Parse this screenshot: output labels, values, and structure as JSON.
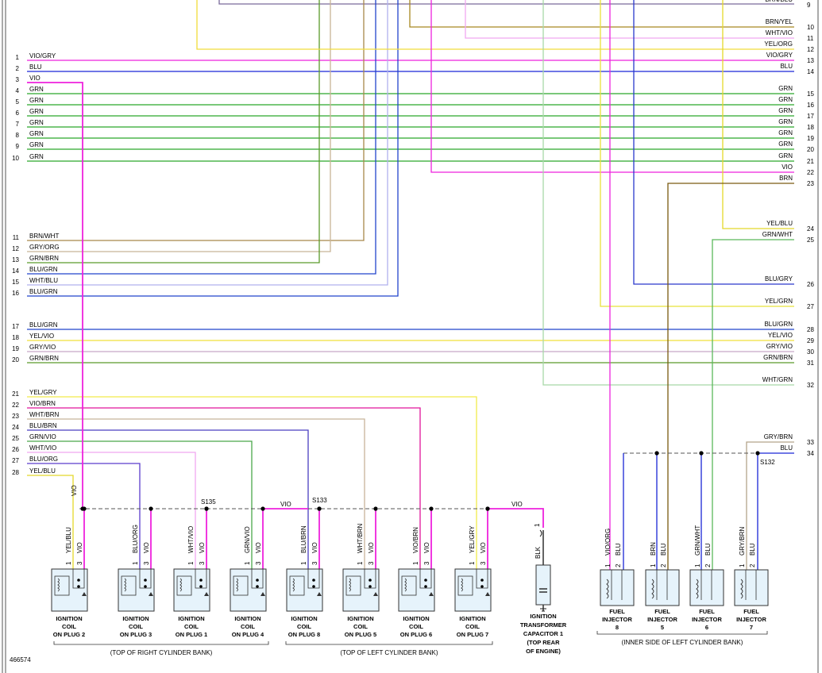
{
  "diagram_id": "466574",
  "colors": {
    "VIO": "#ee22dd",
    "VIO/GRY": "#ee22dd",
    "VIO/BRN": "#e0159c",
    "VIO/ORG": "#ee22dd",
    "BLU": "#1a26d6",
    "BLU/GRN": "#2244cc",
    "BLU/BRN": "#4a3fc0",
    "BLU/ORG": "#5a3ccc",
    "BLU/GRY": "#2a38cc",
    "GRN": "#2aa82a",
    "GRN/BRN": "#5a9a2a",
    "GRN/VIO": "#4aa84a",
    "GRN/WHT": "#5ab85a",
    "BRN": "#7a5a10",
    "BRN/WHT": "#a8884a",
    "BRN/YEL": "#a88820",
    "BRN/BLU": "#7a6a9a",
    "GRY/ORG": "#c8b496",
    "GRY/VIO": "#c6a8c6",
    "GRY/BRN": "#b4a48a",
    "YEL/VIO": "#f0e03a",
    "YEL/GRY": "#f2ea4a",
    "YEL/BLU": "#e4d82a",
    "YEL/ORG": "#f0dc3a",
    "YEL/GRN": "#e8e23a",
    "WHT/BLU": "#b0b0ee",
    "WHT/VIO": "#f0a8f0",
    "WHT/BRN": "#c8b49a",
    "WHT/GRN": "#a8d8a8",
    "BLK": "#222222",
    "GRY": "#8a8a8a"
  },
  "top_partial_row": {
    "label": "BRN/BLU",
    "pin": "9"
  },
  "left_group_a": [
    {
      "pin": "1",
      "label": "VIO/GRY"
    },
    {
      "pin": "2",
      "label": "BLU"
    },
    {
      "pin": "3",
      "label": "VIO"
    },
    {
      "pin": "4",
      "label": "GRN"
    },
    {
      "pin": "5",
      "label": "GRN"
    },
    {
      "pin": "6",
      "label": "GRN"
    },
    {
      "pin": "7",
      "label": "GRN"
    },
    {
      "pin": "8",
      "label": "GRN"
    },
    {
      "pin": "9",
      "label": "GRN"
    },
    {
      "pin": "10",
      "label": "GRN"
    }
  ],
  "left_group_b": [
    {
      "pin": "11",
      "label": "BRN/WHT"
    },
    {
      "pin": "12",
      "label": "GRY/ORG"
    },
    {
      "pin": "13",
      "label": "GRN/BRN"
    },
    {
      "pin": "14",
      "label": "BLU/GRN"
    },
    {
      "pin": "15",
      "label": "WHT/BLU"
    },
    {
      "pin": "16",
      "label": "BLU/GRN"
    }
  ],
  "left_group_c": [
    {
      "pin": "17",
      "label": "BLU/GRN"
    },
    {
      "pin": "18",
      "label": "YEL/VIO"
    },
    {
      "pin": "19",
      "label": "GRY/VIO"
    },
    {
      "pin": "20",
      "label": "GRN/BRN"
    }
  ],
  "left_group_d": [
    {
      "pin": "21",
      "label": "YEL/GRY"
    },
    {
      "pin": "22",
      "label": "VIO/BRN"
    },
    {
      "pin": "23",
      "label": "WHT/BRN"
    },
    {
      "pin": "24",
      "label": "BLU/BRN"
    },
    {
      "pin": "25",
      "label": "GRN/VIO"
    },
    {
      "pin": "26",
      "label": "WHT/VIO"
    },
    {
      "pin": "27",
      "label": "BLU/ORG"
    },
    {
      "pin": "28",
      "label": "YEL/BLU"
    }
  ],
  "right_rows": [
    {
      "pin": "10",
      "label": "BRN/YEL"
    },
    {
      "pin": "11",
      "label": "WHT/VIO"
    },
    {
      "pin": "12",
      "label": "YEL/ORG"
    },
    {
      "pin": "13",
      "label": "VIO/GRY"
    },
    {
      "pin": "14",
      "label": "BLU"
    },
    {
      "pin": "15",
      "label": "GRN"
    },
    {
      "pin": "16",
      "label": "GRN"
    },
    {
      "pin": "17",
      "label": "GRN"
    },
    {
      "pin": "18",
      "label": "GRN"
    },
    {
      "pin": "19",
      "label": "GRN"
    },
    {
      "pin": "20",
      "label": "GRN"
    },
    {
      "pin": "21",
      "label": "GRN"
    },
    {
      "pin": "22",
      "label": "VIO"
    },
    {
      "pin": "23",
      "label": "BRN"
    },
    {
      "pin": "24",
      "label": "YEL/BLU"
    },
    {
      "pin": "25",
      "label": "GRN/WHT"
    },
    {
      "pin": "26",
      "label": "BLU/GRY"
    },
    {
      "pin": "27",
      "label": "YEL/GRN"
    },
    {
      "pin": "28",
      "label": "BLU/GRN"
    },
    {
      "pin": "29",
      "label": "YEL/VIO"
    },
    {
      "pin": "30",
      "label": "GRY/VIO"
    },
    {
      "pin": "31",
      "label": "GRN/BRN"
    },
    {
      "pin": "32",
      "label": "WHT/GRN"
    },
    {
      "pin": "33",
      "label": "GRY/BRN"
    },
    {
      "pin": "34",
      "label": "BLU"
    }
  ],
  "splices": [
    "S135",
    "S133",
    "S132"
  ],
  "bus_labels": [
    "VIO",
    "VIO",
    "VIO"
  ],
  "coils": [
    {
      "wire1": "YEL/BLU",
      "wire3": "VIO",
      "name": [
        "IGNITION",
        "COIL",
        "ON PLUG 2"
      ]
    },
    {
      "wire1": "BLU/ORG",
      "wire3": "VIO",
      "name": [
        "IGNITION",
        "COIL",
        "ON PLUG 3"
      ]
    },
    {
      "wire1": "WHT/VIO",
      "wire3": "VIO",
      "name": [
        "IGNITION",
        "COIL",
        "ON PLUG 1"
      ]
    },
    {
      "wire1": "GRN/VIO",
      "wire3": "VIO",
      "name": [
        "IGNITION",
        "COIL",
        "ON PLUG 4"
      ]
    },
    {
      "wire1": "BLU/BRN",
      "wire3": "VIO",
      "name": [
        "IGNITION",
        "COIL",
        "ON PLUG 8"
      ]
    },
    {
      "wire1": "WHT/BRN",
      "wire3": "VIO",
      "name": [
        "IGNITION",
        "COIL",
        "ON PLUG 5"
      ]
    },
    {
      "wire1": "VIO/BRN",
      "wire3": "VIO",
      "name": [
        "IGNITION",
        "COIL",
        "ON PLUG 6"
      ]
    },
    {
      "wire1": "YEL/GRY",
      "wire3": "VIO",
      "name": [
        "IGNITION",
        "COIL",
        "ON PLUG 7"
      ]
    }
  ],
  "capacitor": {
    "wire": "BLK",
    "pin": "1",
    "name": [
      "IGNITION",
      "TRANSFORMER",
      "CAPACITOR 1",
      "(TOP REAR",
      "OF ENGINE)"
    ]
  },
  "injectors": [
    {
      "wire1": "VIO/ORG",
      "wire2": "BLU",
      "name": [
        "FUEL",
        "INJECTOR",
        "8"
      ]
    },
    {
      "wire1": "BRN",
      "wire2": "BLU",
      "name": [
        "FUEL",
        "INJECTOR",
        "5"
      ]
    },
    {
      "wire1": "GRN/WHT",
      "wire2": "BLU",
      "name": [
        "FUEL",
        "INJECTOR",
        "6"
      ]
    },
    {
      "wire1": "GRY/BRN",
      "wire2": "BLU",
      "name": [
        "FUEL",
        "INJECTOR",
        "7"
      ]
    }
  ],
  "pin_numbers": {
    "coil_a": "1",
    "coil_b": "3",
    "inj_a": "1",
    "inj_b": "2"
  },
  "groups": [
    "(TOP OF RIGHT CYLINDER BANK)",
    "(TOP OF LEFT CYLINDER BANK)",
    "(INNER SIDE OF LEFT CYLINDER BANK)"
  ]
}
